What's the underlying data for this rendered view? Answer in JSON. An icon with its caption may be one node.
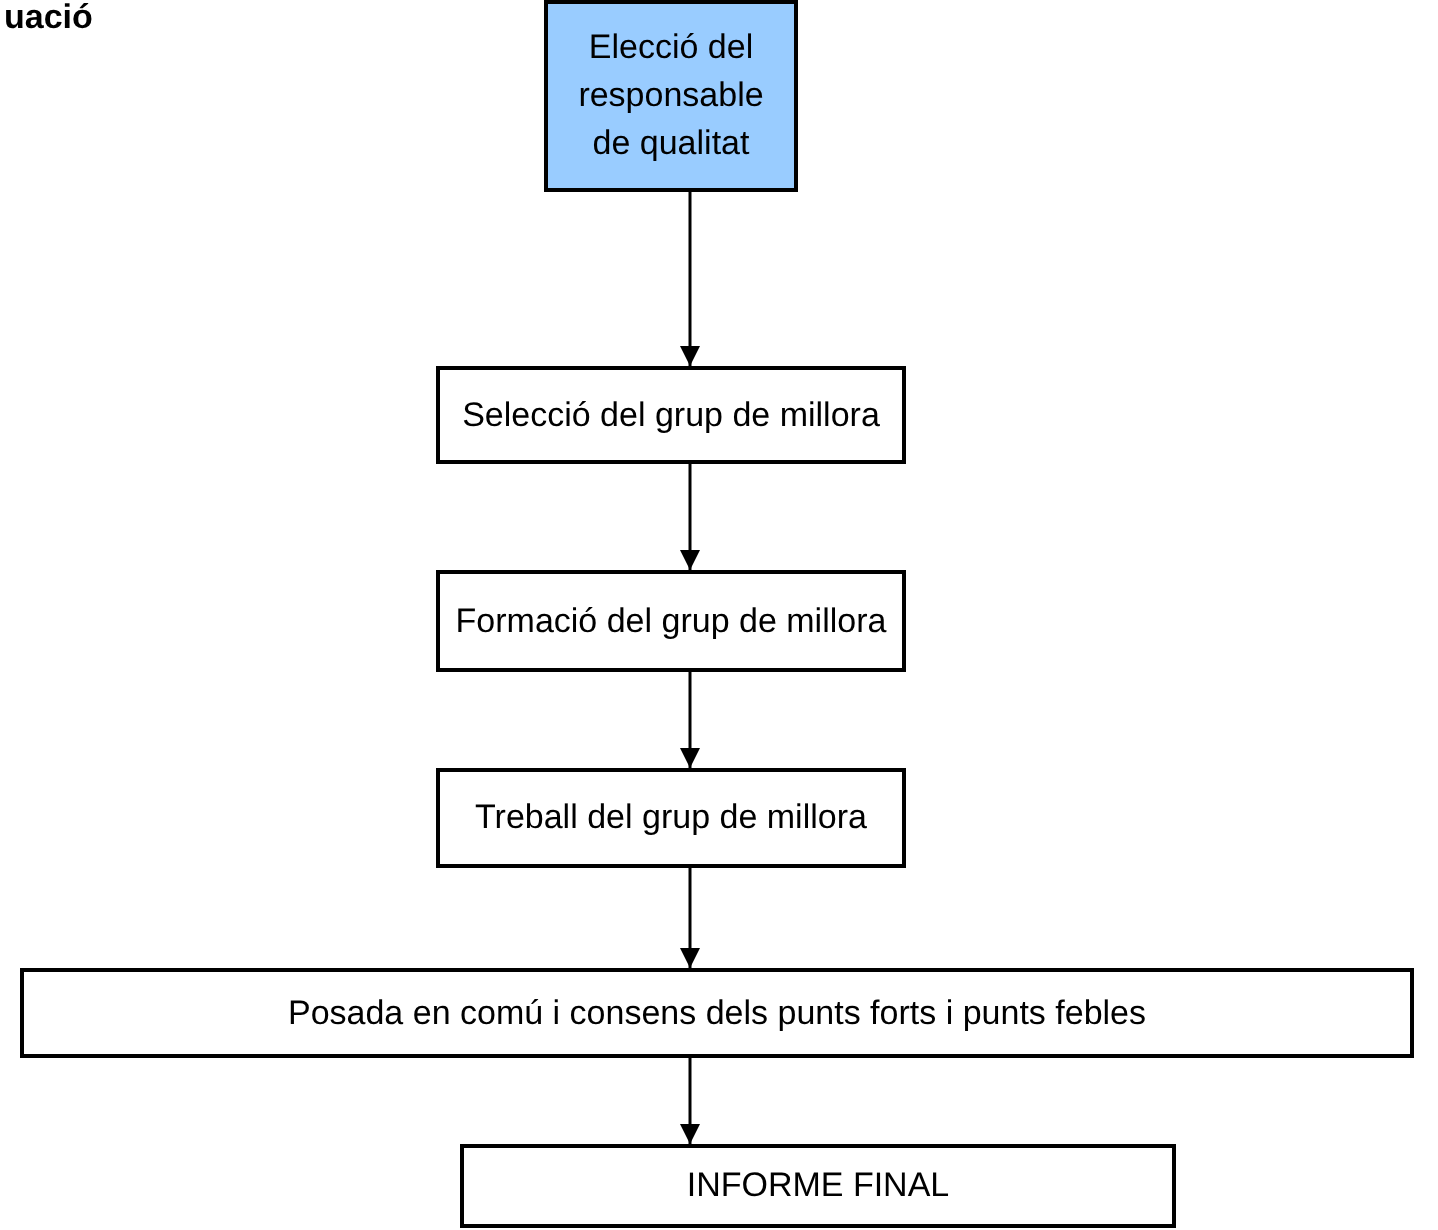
{
  "diagram": {
    "nodes": [
      {
        "text": [
          "Elecció del responsable de qualitat"
        ]
      },
      {
        "text": [
          "Selecció del grup de millora"
        ]
      },
      {
        "text": [
          "Formació del grup de millora"
        ]
      },
      {
        "text": [
          "Treball del grup de millora"
        ]
      },
      {
        "text": [
          "Posada en comú i consens dels punts forts i punts febles"
        ]
      },
      {
        "text": [
          "INFORME FINAL"
        ]
      }
    ],
    "edges": [
      {
        "from": 0,
        "to": 1,
        "arrow": "to"
      },
      {
        "from": 1,
        "to": 2,
        "arrow": "to"
      },
      {
        "from": 2,
        "to": 3,
        "arrow": "to"
      },
      {
        "from": 3,
        "to": 4,
        "arrow": "to"
      },
      {
        "from": 4,
        "to": 5,
        "arrow": "to"
      }
    ],
    "labels": [
      "uació"
    ]
  }
}
